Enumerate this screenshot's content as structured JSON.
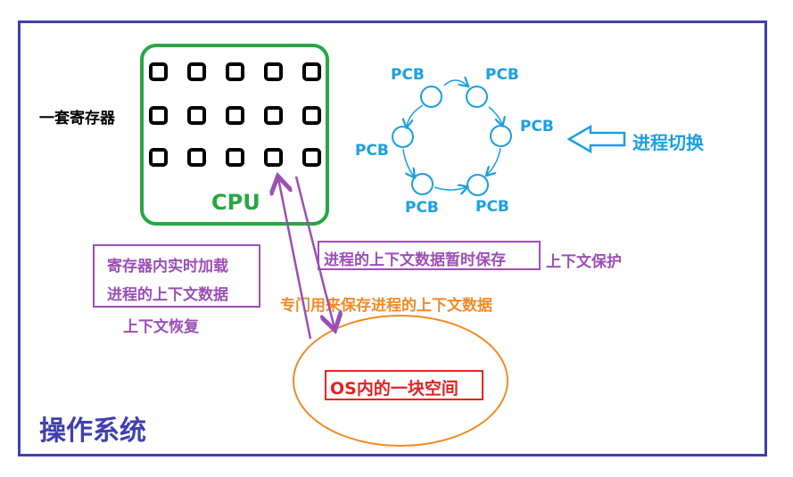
{
  "cpu": {
    "label": "CPU",
    "register_rows": 3,
    "register_cols": 5,
    "registers_label": "一套寄存器"
  },
  "pcb_ring": {
    "labels": [
      "PCB",
      "PCB",
      "PCB",
      "PCB",
      "PCB",
      "PCB"
    ],
    "switch_label": "进程切换"
  },
  "save_box": {
    "text": "进程的上下文数据暂时保存",
    "side_label": "上下文保护"
  },
  "load_box": {
    "line1": "寄存器内实时加载",
    "line2": "进程的上下文数据",
    "below_label": "上下文恢复"
  },
  "orange_note": "专门用来保存进程的上下文数据",
  "os_space": "OS内的一块空间",
  "os_label": "操作系统",
  "colors": {
    "frame": "#3f3fb0",
    "cpu": "#27a744",
    "pcb": "#1aa0e0",
    "purple": "#9b4fb5",
    "orange": "#f28a25",
    "red": "#e22222"
  }
}
